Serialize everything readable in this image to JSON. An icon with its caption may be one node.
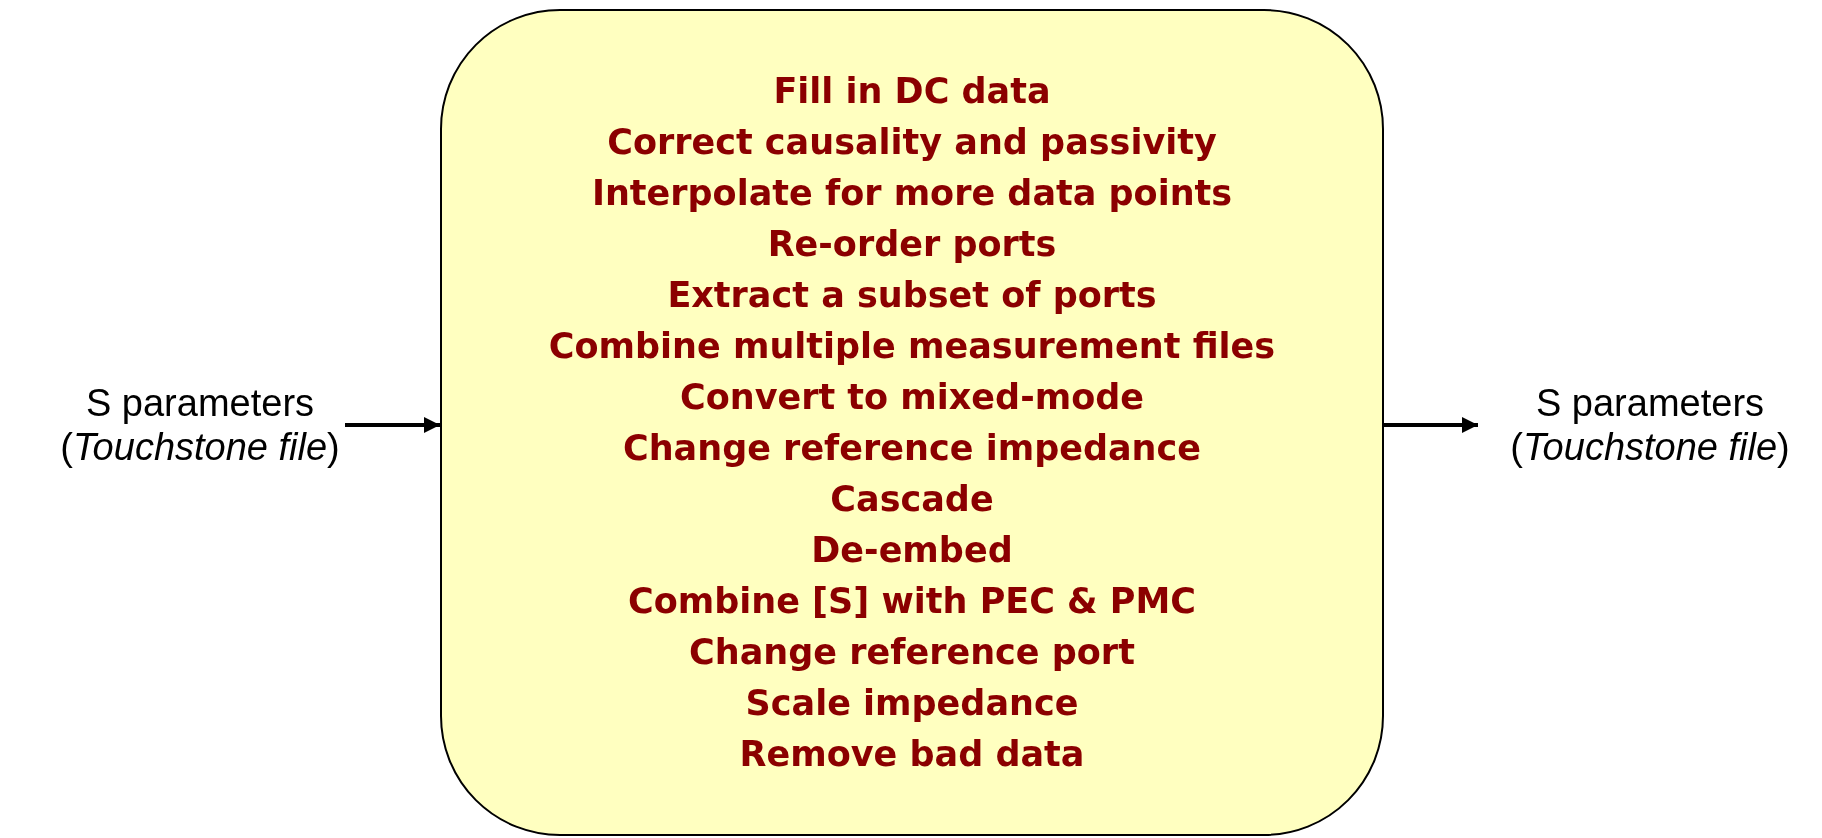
{
  "diagram": {
    "nodes": [
      {
        "text": [
          "S parameters",
          "(*Touchstone file*)"
        ]
      },
      {
        "text": [
          "Fill in DC data",
          "Correct causality and passivity",
          "Interpolate for more data points",
          "Re-order ports",
          "Extract a subset of ports",
          "Combine multiple measurement files",
          "Convert to mixed-mode",
          "Change reference impedance",
          "Cascade",
          "De-embed",
          "Combine [S] with PEC & PMC",
          "Change reference port",
          "Scale impedance",
          "Remove bad data"
        ]
      },
      {
        "text": [
          "S parameters",
          "(*Touchstone file*)"
        ]
      }
    ],
    "edges": [
      {
        "from": 0,
        "to": 1,
        "arrow": "to"
      },
      {
        "from": 1,
        "to": 2,
        "arrow": "to"
      }
    ]
  }
}
